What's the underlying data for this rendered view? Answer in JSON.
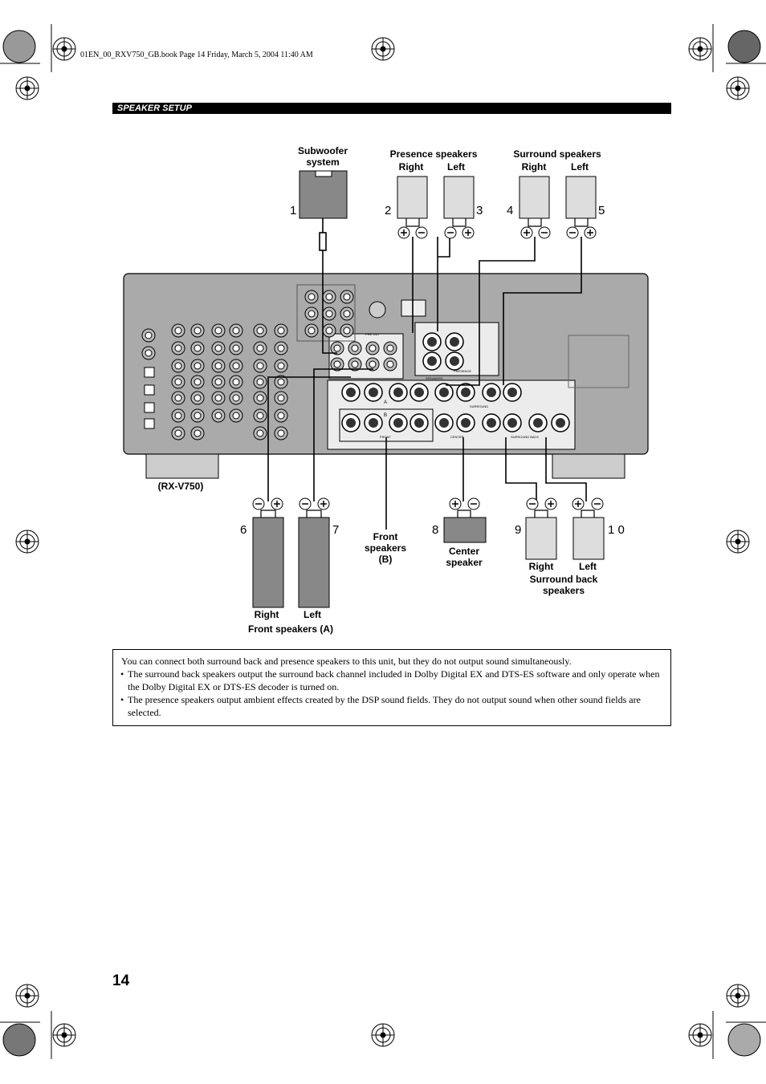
{
  "header": {
    "file_line": "01EN_00_RXV750_GB.book  Page 14  Friday, March 5, 2004  11:40 AM"
  },
  "section_bar": {
    "title": "SPEAKER SETUP"
  },
  "diagram": {
    "subwoofer": "Subwoofer\nsystem",
    "presence": {
      "title": "Presence speakers",
      "right": "Right",
      "left": "Left"
    },
    "surround": {
      "title": "Surround speakers",
      "right": "Right",
      "left": "Left"
    },
    "model": "(RX-V750)",
    "front_a": {
      "right": "Right",
      "left": "Left",
      "title": "Front speakers (A)"
    },
    "front_b": "Front\nspeakers\n(B)",
    "center": "Center\nspeaker",
    "surround_back": {
      "right": "Right",
      "left": "Left",
      "title": "Surround back\nspeakers"
    },
    "numbers": [
      "1",
      "2",
      "3",
      "4",
      "5",
      "6",
      "7",
      "8",
      "9",
      "1 0"
    ],
    "panel_labels": {
      "pre_out": "PRE OUT",
      "speakers": "SPEAKERS",
      "surround": "SURROUND",
      "front": "FRONT",
      "center": "CENTER",
      "surround_back": "SURROUND BACK",
      "presence": "PRESENCE",
      "a": "A",
      "b": "B"
    }
  },
  "note": {
    "intro": "You can connect both surround back and presence speakers to this unit, but they do not output sound simultaneously.",
    "bullets": [
      "The surround back speakers output the surround back channel included in Dolby Digital EX and DTS-ES software and only operate when the Dolby Digital EX or DTS-ES decoder is turned on.",
      "The presence speakers output ambient effects created by the DSP sound fields. They do not output sound when other sound fields are selected."
    ]
  },
  "page_number": "14"
}
